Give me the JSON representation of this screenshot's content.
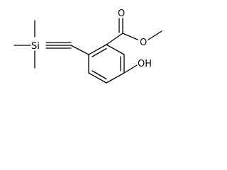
{
  "structure": {
    "atoms": {
      "carbonyl_o": "O",
      "ester_o": "O",
      "hydroxyl": "OH",
      "silicon": "Si"
    }
  },
  "colors": {
    "bond": "#000000",
    "label": "#000000",
    "background": "#ffffff"
  }
}
